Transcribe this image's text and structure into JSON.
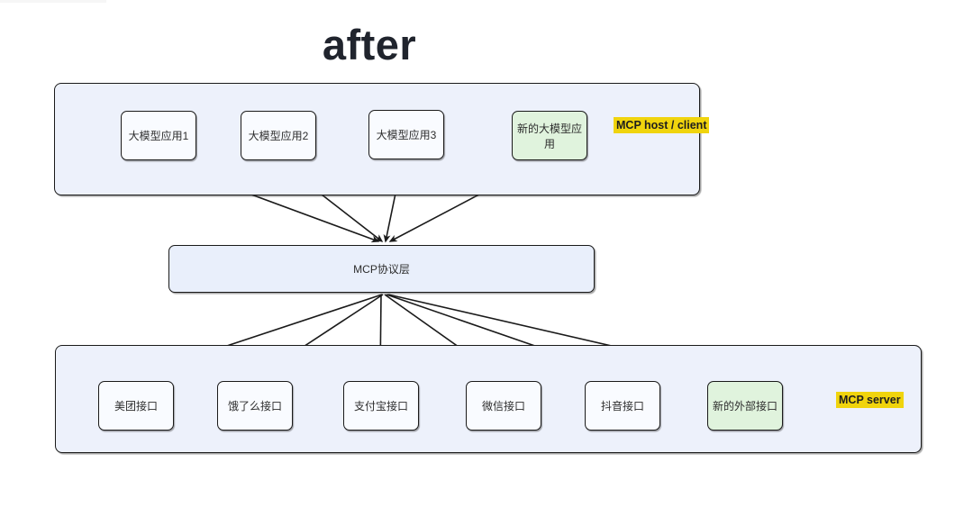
{
  "title": "after",
  "host_group": {
    "label": "MCP host / client",
    "nodes": [
      {
        "label": "大模型应用1"
      },
      {
        "label": "大模型应用2"
      },
      {
        "label": "大模型应用3"
      },
      {
        "label": "新的大模型应用",
        "highlight": "green"
      }
    ]
  },
  "protocol_layer": {
    "label": "MCP协议层"
  },
  "server_group": {
    "label": "MCP server",
    "nodes": [
      {
        "label": "美团接口"
      },
      {
        "label": "饿了么接口"
      },
      {
        "label": "支付宝接口"
      },
      {
        "label": "微信接口"
      },
      {
        "label": "抖音接口"
      },
      {
        "label": "新的外部接口",
        "highlight": "green"
      }
    ]
  },
  "colors": {
    "accent_yellow": "#f0d40d",
    "node_green": "#e0f3dd",
    "container_fill": "#edf1fb",
    "node_fill": "#f9fbff",
    "stroke": "#1a1a1a"
  }
}
